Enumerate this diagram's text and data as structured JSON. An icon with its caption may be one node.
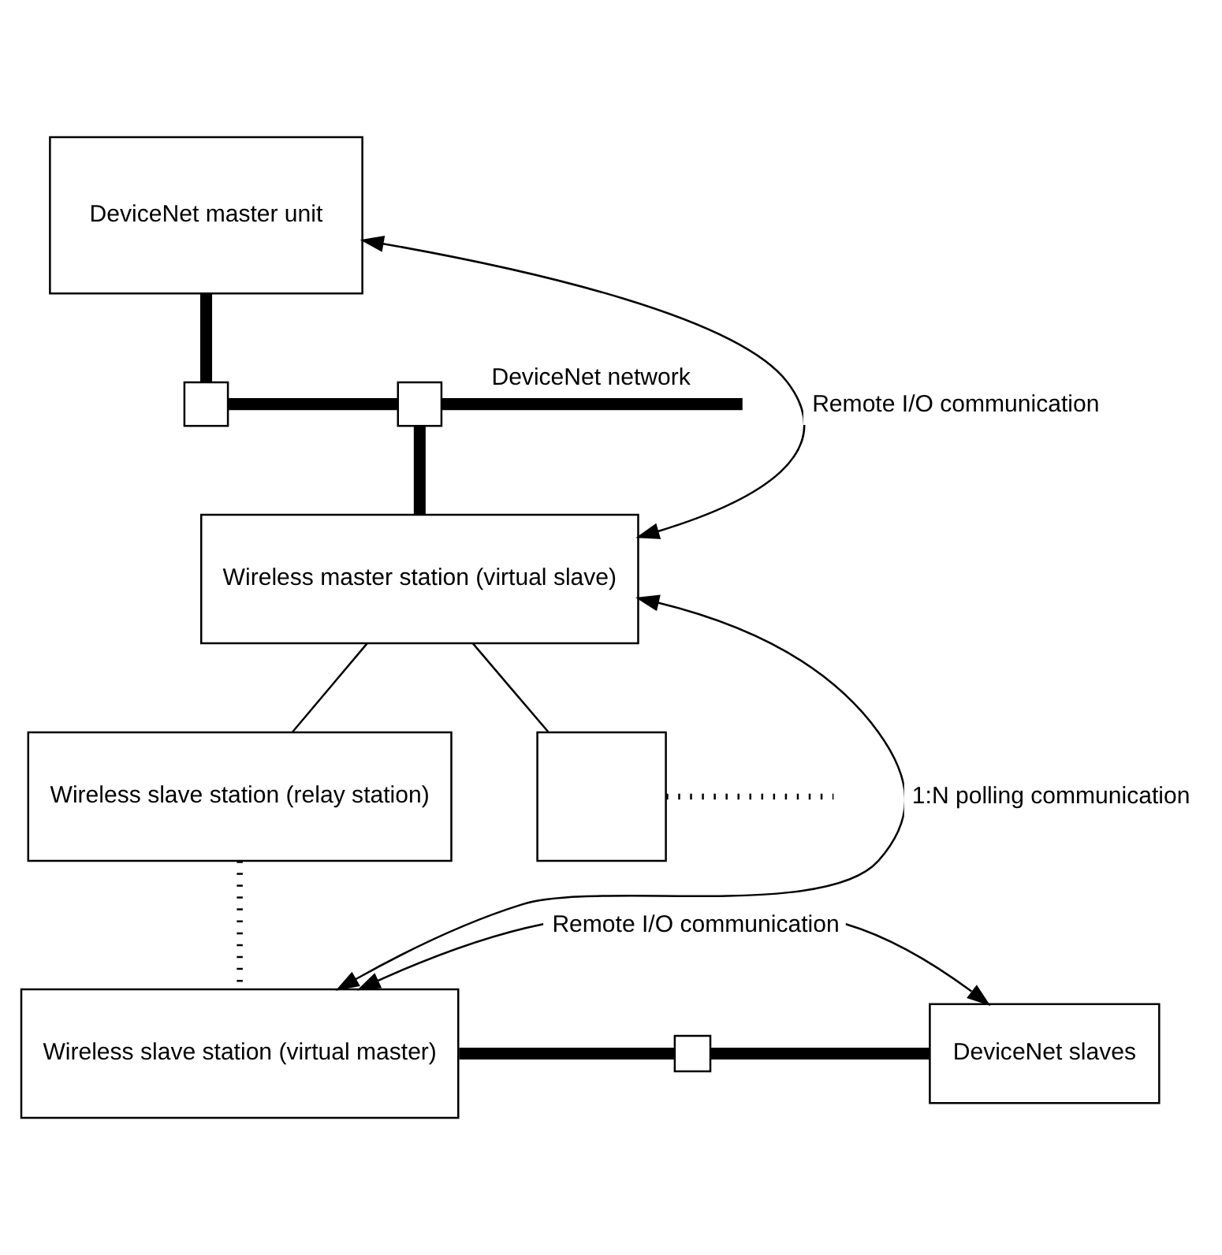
{
  "diagram": {
    "nodes": [
      {
        "text": [
          "DeviceNet master unit"
        ]
      },
      {
        "text": [],
        "shape": "box"
      },
      {
        "text": [],
        "shape": "box"
      },
      {
        "text": [
          "Wireless master station (virtual slave)"
        ]
      },
      {
        "text": [
          "Wireless slave station (relay station)"
        ]
      },
      {
        "text": [],
        "shape": "box"
      },
      {
        "text": [
          "Wireless slave station (virtual master)"
        ]
      },
      {
        "text": [],
        "shape": "box"
      },
      {
        "text": [
          "DeviceNet slaves"
        ]
      }
    ],
    "edges": [
      {
        "from": 0,
        "to": 1,
        "arrow": "none",
        "style": "thick"
      },
      {
        "from": 1,
        "to": 2,
        "arrow": "none",
        "style": "thick"
      },
      {
        "from": 2,
        "to": null,
        "arrow": "none",
        "style": "thick",
        "label": "DeviceNet network"
      },
      {
        "from": 2,
        "to": 3,
        "arrow": "none",
        "style": "thick"
      },
      {
        "from": 3,
        "to": 4,
        "arrow": "none"
      },
      {
        "from": 3,
        "to": 5,
        "arrow": "none"
      },
      {
        "from": 4,
        "to": 6,
        "arrow": "none",
        "style": "dashed"
      },
      {
        "from": 6,
        "to": 7,
        "arrow": "none",
        "style": "thick"
      },
      {
        "from": 7,
        "to": 8,
        "arrow": "none",
        "style": "thick"
      },
      {
        "from": 5,
        "to": null,
        "arrow": "none",
        "style": "dashed"
      },
      {
        "from": 0,
        "to": 3,
        "arrow": "both",
        "label": "Remote I/O communication"
      },
      {
        "from": 3,
        "to": 6,
        "arrow": "both",
        "label": "1:N polling communication"
      },
      {
        "from": 6,
        "to": 8,
        "arrow": "both",
        "label": "Remote I/O communication"
      }
    ]
  }
}
